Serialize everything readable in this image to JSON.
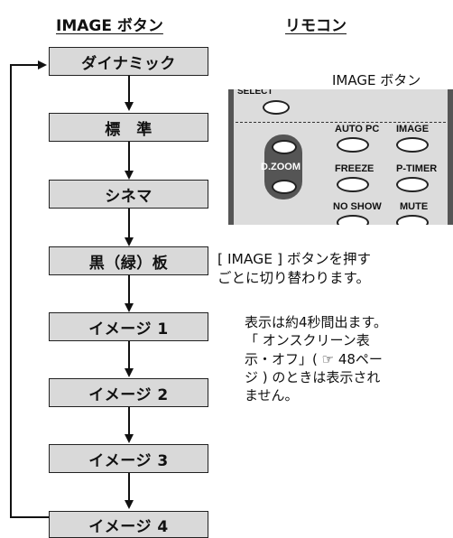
{
  "headers": {
    "image_button": "IMAGE ボタン",
    "remote": "リモコン"
  },
  "modes": [
    "ダイナミック",
    "標　準",
    "シネマ",
    "黒（緑）板",
    "イメージ 1",
    "イメージ 2",
    "イメージ 3",
    "イメージ 4"
  ],
  "remote_panel": {
    "callout_label": "IMAGE ボタン",
    "buttons": {
      "select": "SELECT",
      "autopc": "AUTO PC",
      "image": "IMAGE",
      "dzoom": "D.ZOOM",
      "freeze": "FREEZE",
      "ptimer": "P-TIMER",
      "noshow": "NO SHOW",
      "mute": "MUTE"
    }
  },
  "description": {
    "line1": "[ IMAGE ] ボタンを押す",
    "line2": "ごとに切り替わります。",
    "note1": "表示は約4秒間出ます。",
    "note2": "「 オンスクリーン表",
    "note3": "示・オフ」( ☞ 48ペー",
    "note4": "ジ ) のときは表示され",
    "note5": "ません。"
  }
}
